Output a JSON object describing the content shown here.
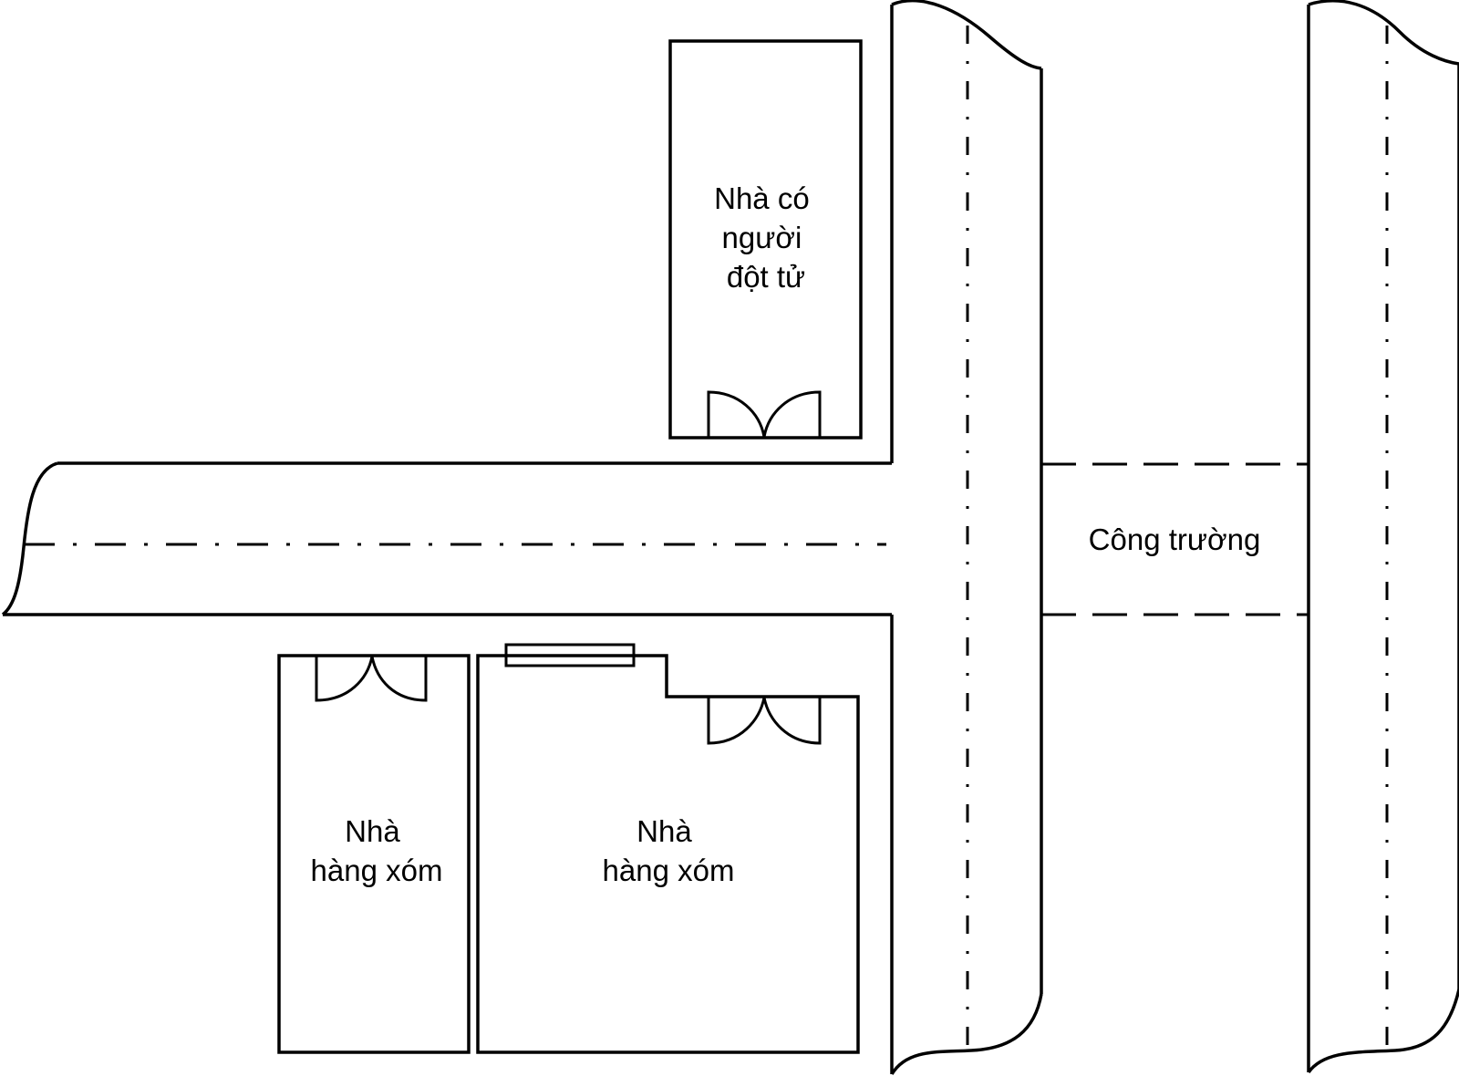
{
  "labels": {
    "house_sudden_death": [
      "Nhà có",
      "người",
      "đột tử"
    ],
    "neighbor_house_1": [
      "Nhà",
      "hàng xóm"
    ],
    "neighbor_house_2": [
      "Nhà",
      "hàng xóm"
    ],
    "construction_site": "Công trường"
  },
  "colors": {
    "stroke": "#000000",
    "background": "#ffffff"
  }
}
